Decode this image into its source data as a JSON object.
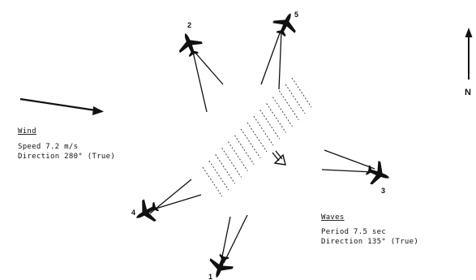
{
  "wind": {
    "title": "Wind",
    "speed": "Speed 7.2 m/s",
    "direction": "Direction 280° (True)"
  },
  "waves": {
    "title": "Waves",
    "period": "Period 7.5 sec",
    "direction": "Direction 135° (True)"
  },
  "north": {
    "label": "N"
  },
  "aircraft": [
    {
      "label": "1"
    },
    {
      "label": "2"
    },
    {
      "label": "3"
    },
    {
      "label": "4"
    },
    {
      "label": "5"
    }
  ]
}
